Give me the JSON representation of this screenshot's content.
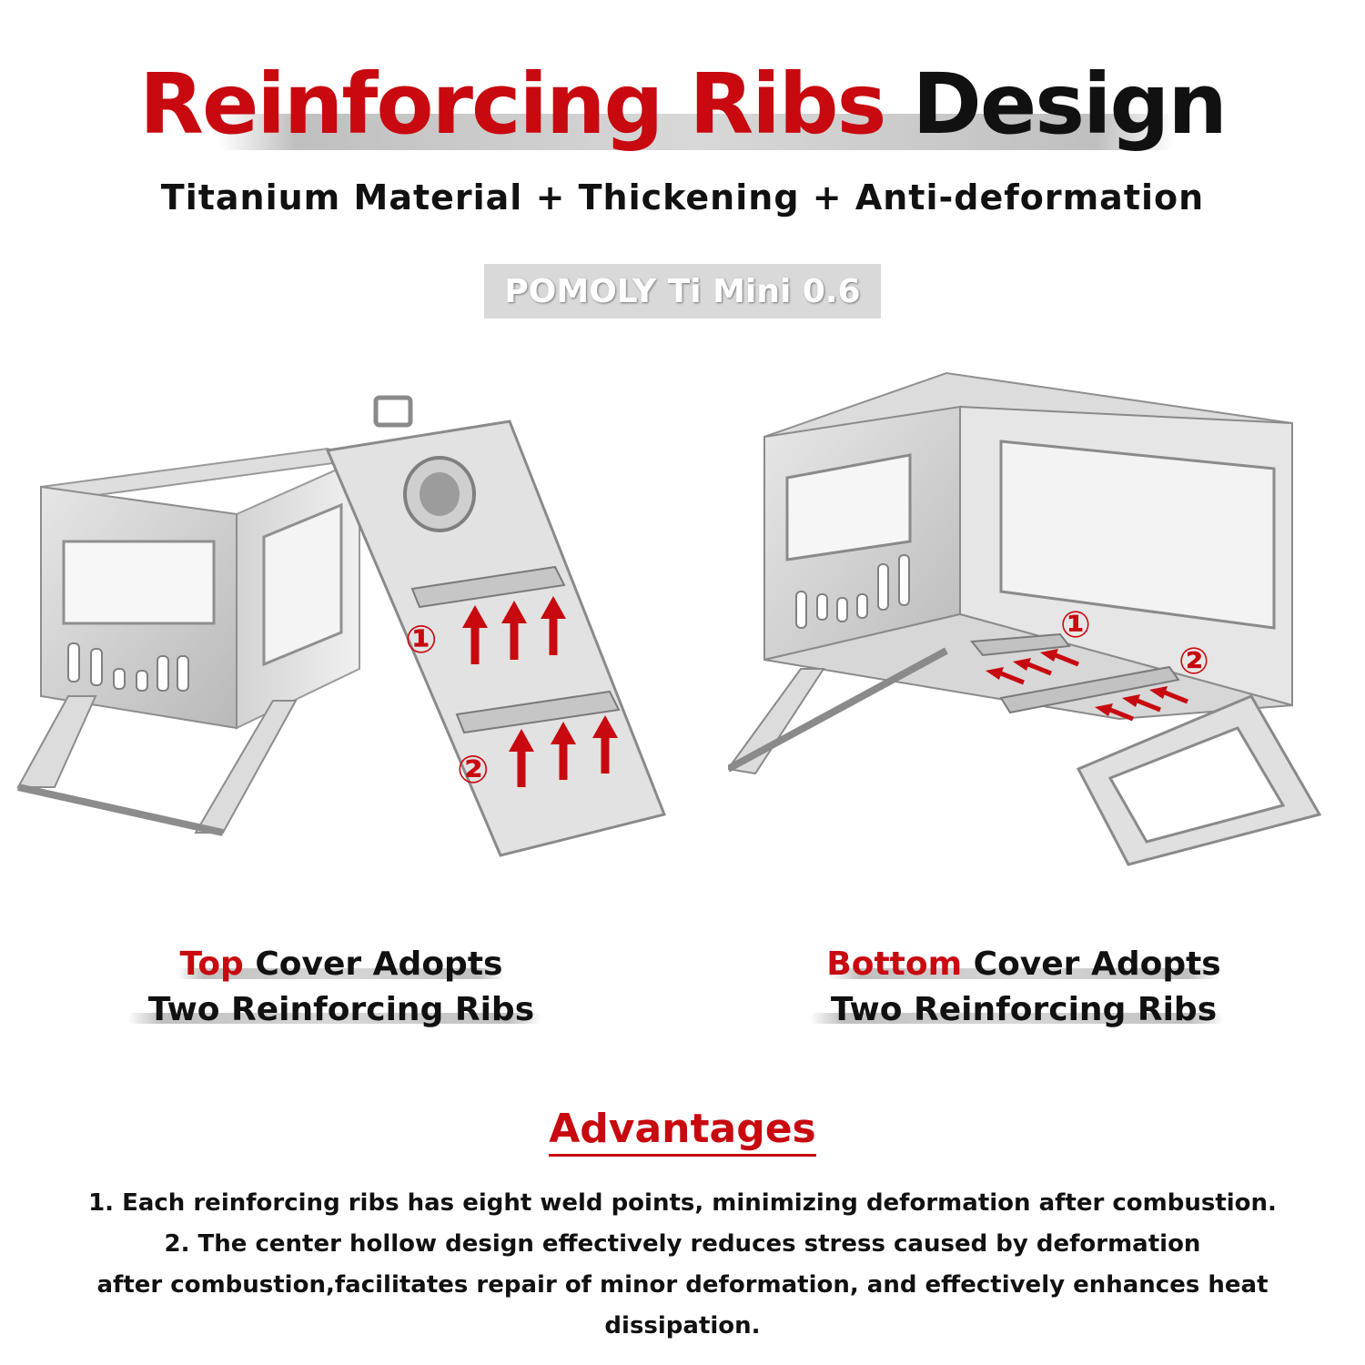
{
  "header": {
    "title_red": "Reinforcing Ribs",
    "title_black": "Design",
    "subtitle": "Titanium Material + Thickening + Anti-deformation",
    "badge": "POMOLY Ti Mini 0.6"
  },
  "left_panel": {
    "marker_1": "①",
    "marker_2": "②",
    "caption_red": "Top",
    "caption_line1_rest": " Cover Adopts",
    "caption_line2": "Two Reinforcing Ribs"
  },
  "right_panel": {
    "marker_1": "①",
    "marker_2": "②",
    "caption_red": "Bottom",
    "caption_line1_rest": " Cover Adopts",
    "caption_line2": "Two Reinforcing Ribs"
  },
  "advantages": {
    "title": "Advantages",
    "line1": "1. Each reinforcing ribs has eight weld points, minimizing deformation after combustion.",
    "line2": "2. The center hollow design effectively reduces stress caused by deformation",
    "line3": "after combustion,facilitates repair of minor deformation, and effectively enhances heat dissipation."
  },
  "colors": {
    "accent_red": "#c8090f",
    "text_black": "#111111",
    "badge_bg": "#d9d9d9"
  }
}
